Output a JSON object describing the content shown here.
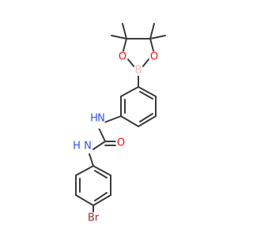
{
  "molecule": {
    "colors": {
      "bond": "#3a3a3a",
      "N": "#3050F8",
      "O": "#FF0D0D",
      "B": "#FFB5B5",
      "Br": "#A62929",
      "background": "#ffffff"
    },
    "labels": {
      "boron": "B",
      "ring_oxygen_left": "O",
      "ring_oxygen_right": "O",
      "amine_upper": "H N",
      "amine_upper_H": "H",
      "amine_upper_N": "N",
      "amine_lower_H": "H",
      "amine_lower_N": "N",
      "carbonyl_oxygen": "O",
      "bromine": "Br"
    }
  }
}
